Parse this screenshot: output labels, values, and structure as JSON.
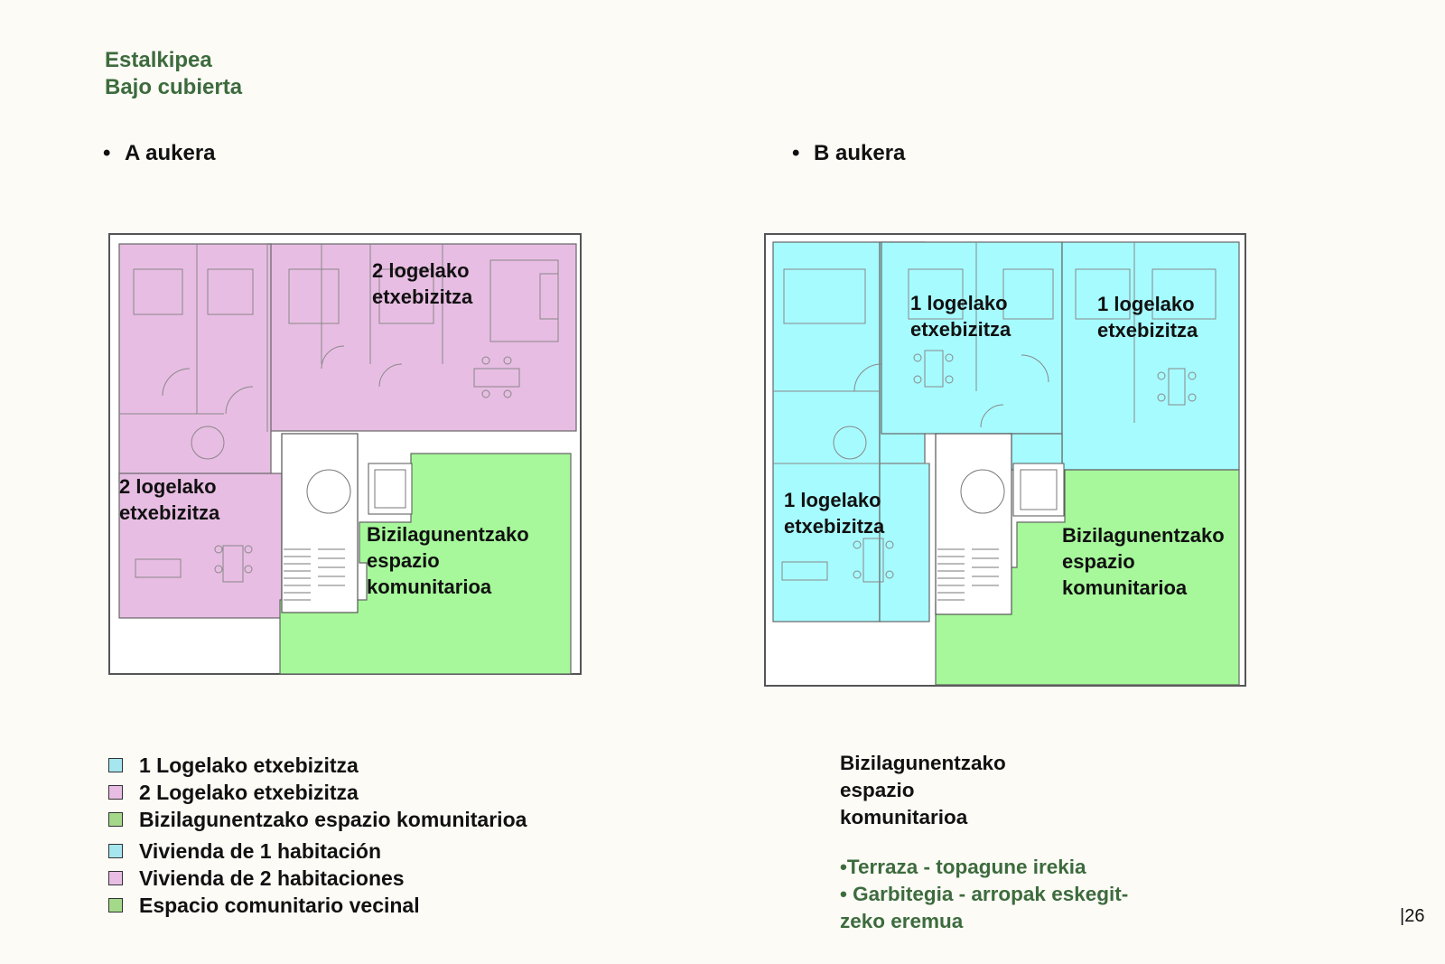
{
  "header": {
    "title_eu": "Estalkipea",
    "title_es": "Bajo cubierta"
  },
  "options": {
    "a": "A aukera",
    "b": "B aukera"
  },
  "bullet": "•",
  "plan_a": {
    "label_2room_top": [
      "2 logelako",
      "etxebizitza"
    ],
    "label_2room_left": [
      "2 logelako",
      "etxebizitza"
    ],
    "label_common": [
      "Bizilagunentzako",
      "espazio",
      "komunitarioa"
    ]
  },
  "plan_b": {
    "label_1room_mid": [
      "1 logelako",
      "etxebizitza"
    ],
    "label_1room_right": [
      "1 logelako",
      "etxebizitza"
    ],
    "label_1room_left": [
      "1 logelako",
      "etxebizitza"
    ],
    "label_common": [
      "Bizilagunentzako",
      "espazio",
      "komunitarioa"
    ]
  },
  "colors": {
    "one_room": "#a6fbff",
    "two_room": "#e8bde3",
    "common": "#a6f89a",
    "green_text": "#3d6b3d"
  },
  "legend": {
    "items_eu": [
      {
        "label": "1 Logelako etxebizitza",
        "color": "#a6e6ee"
      },
      {
        "label": "2 Logelako etxebizitza",
        "color": "#e8bde3"
      },
      {
        "label": "Bizilagunentzako espazio komunitarioa",
        "color": "#a4d98a"
      }
    ],
    "items_es": [
      {
        "label": "Vivienda de 1 habitación",
        "color": "#a6e6ee"
      },
      {
        "label": "Vivienda de 2 habitaciones",
        "color": "#e8bde3"
      },
      {
        "label": "Espacio comunitario vecinal",
        "color": "#a4d98a"
      }
    ]
  },
  "info": {
    "lines": [
      "Bizilagunentzako",
      "espazio",
      "komunitarioa"
    ]
  },
  "notes": {
    "lines": [
      "•Terraza - topagune irekia",
      "• Garbitegia - arropak eskegit-",
      "zeko eremua"
    ]
  },
  "page_number": "|26"
}
